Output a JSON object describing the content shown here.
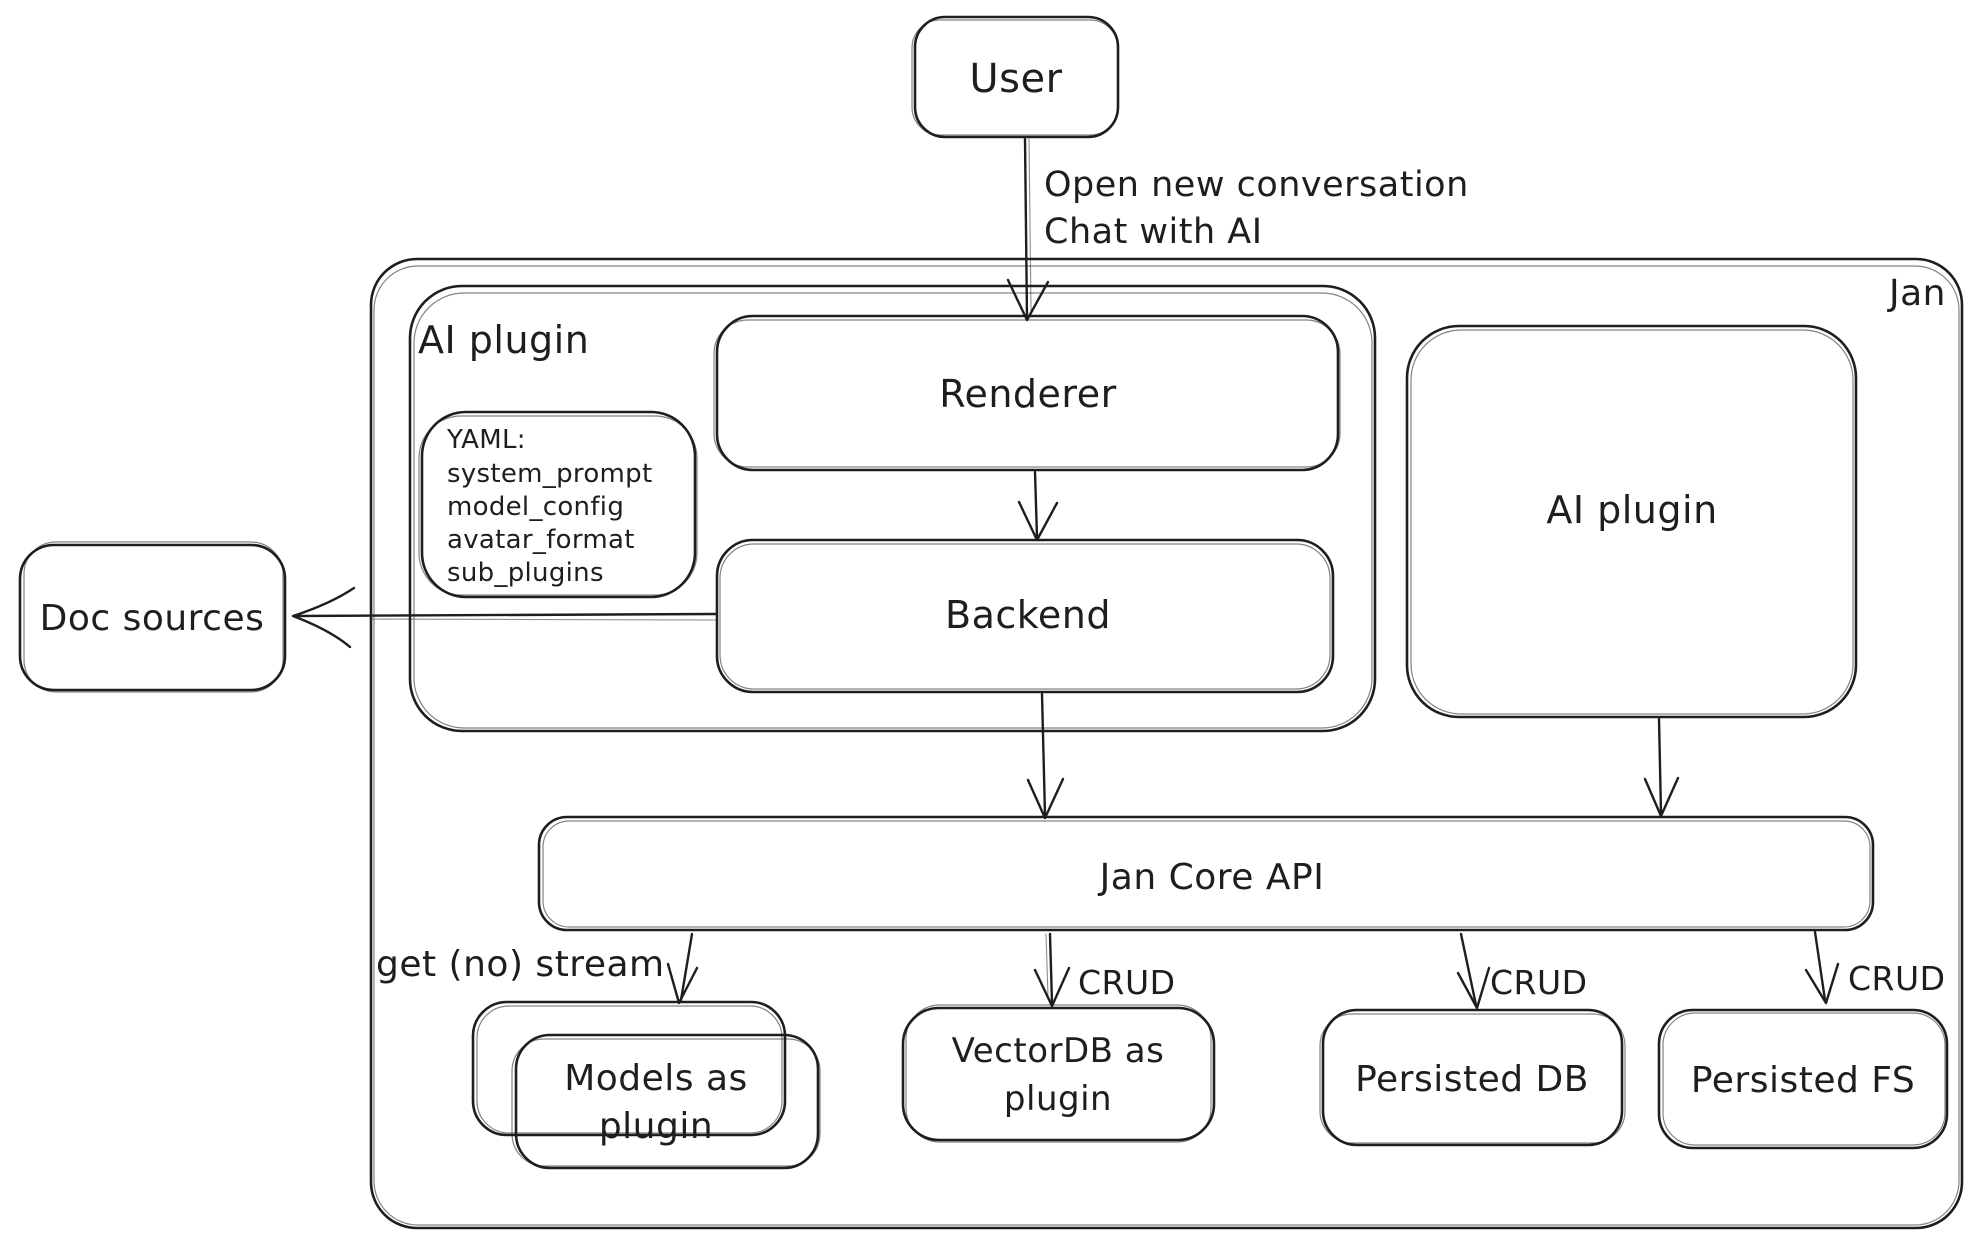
{
  "diagram": {
    "background": "#ffffff",
    "stroke_color": "#1e1e1e",
    "nodes": {
      "user": "User",
      "jan_container": "Jan",
      "ai_plugin_container": "AI plugin",
      "renderer": "Renderer",
      "backend": "Backend",
      "yaml_note": {
        "line1": "YAML:",
        "line2": "system_prompt",
        "line3": "model_config",
        "line4": "avatar_format",
        "line5": "sub_plugins"
      },
      "doc_sources": "Doc sources",
      "ai_plugin_right": "AI plugin",
      "jan_core_api": "Jan Core API",
      "models_plugin": {
        "line1": "Models as",
        "line2": "plugin"
      },
      "vectordb_plugin": {
        "line1": "VectorDB as",
        "line2": "plugin"
      },
      "persisted_db": "Persisted DB",
      "persisted_fs": "Persisted FS"
    },
    "edge_labels": {
      "user_to_renderer_line1": "Open new conversation",
      "user_to_renderer_line2": "Chat with AI",
      "api_to_models": "get (no) stream",
      "crud_vectordb": "CRUD",
      "crud_persisted_db": "CRUD",
      "crud_persisted_fs": "CRUD"
    }
  }
}
